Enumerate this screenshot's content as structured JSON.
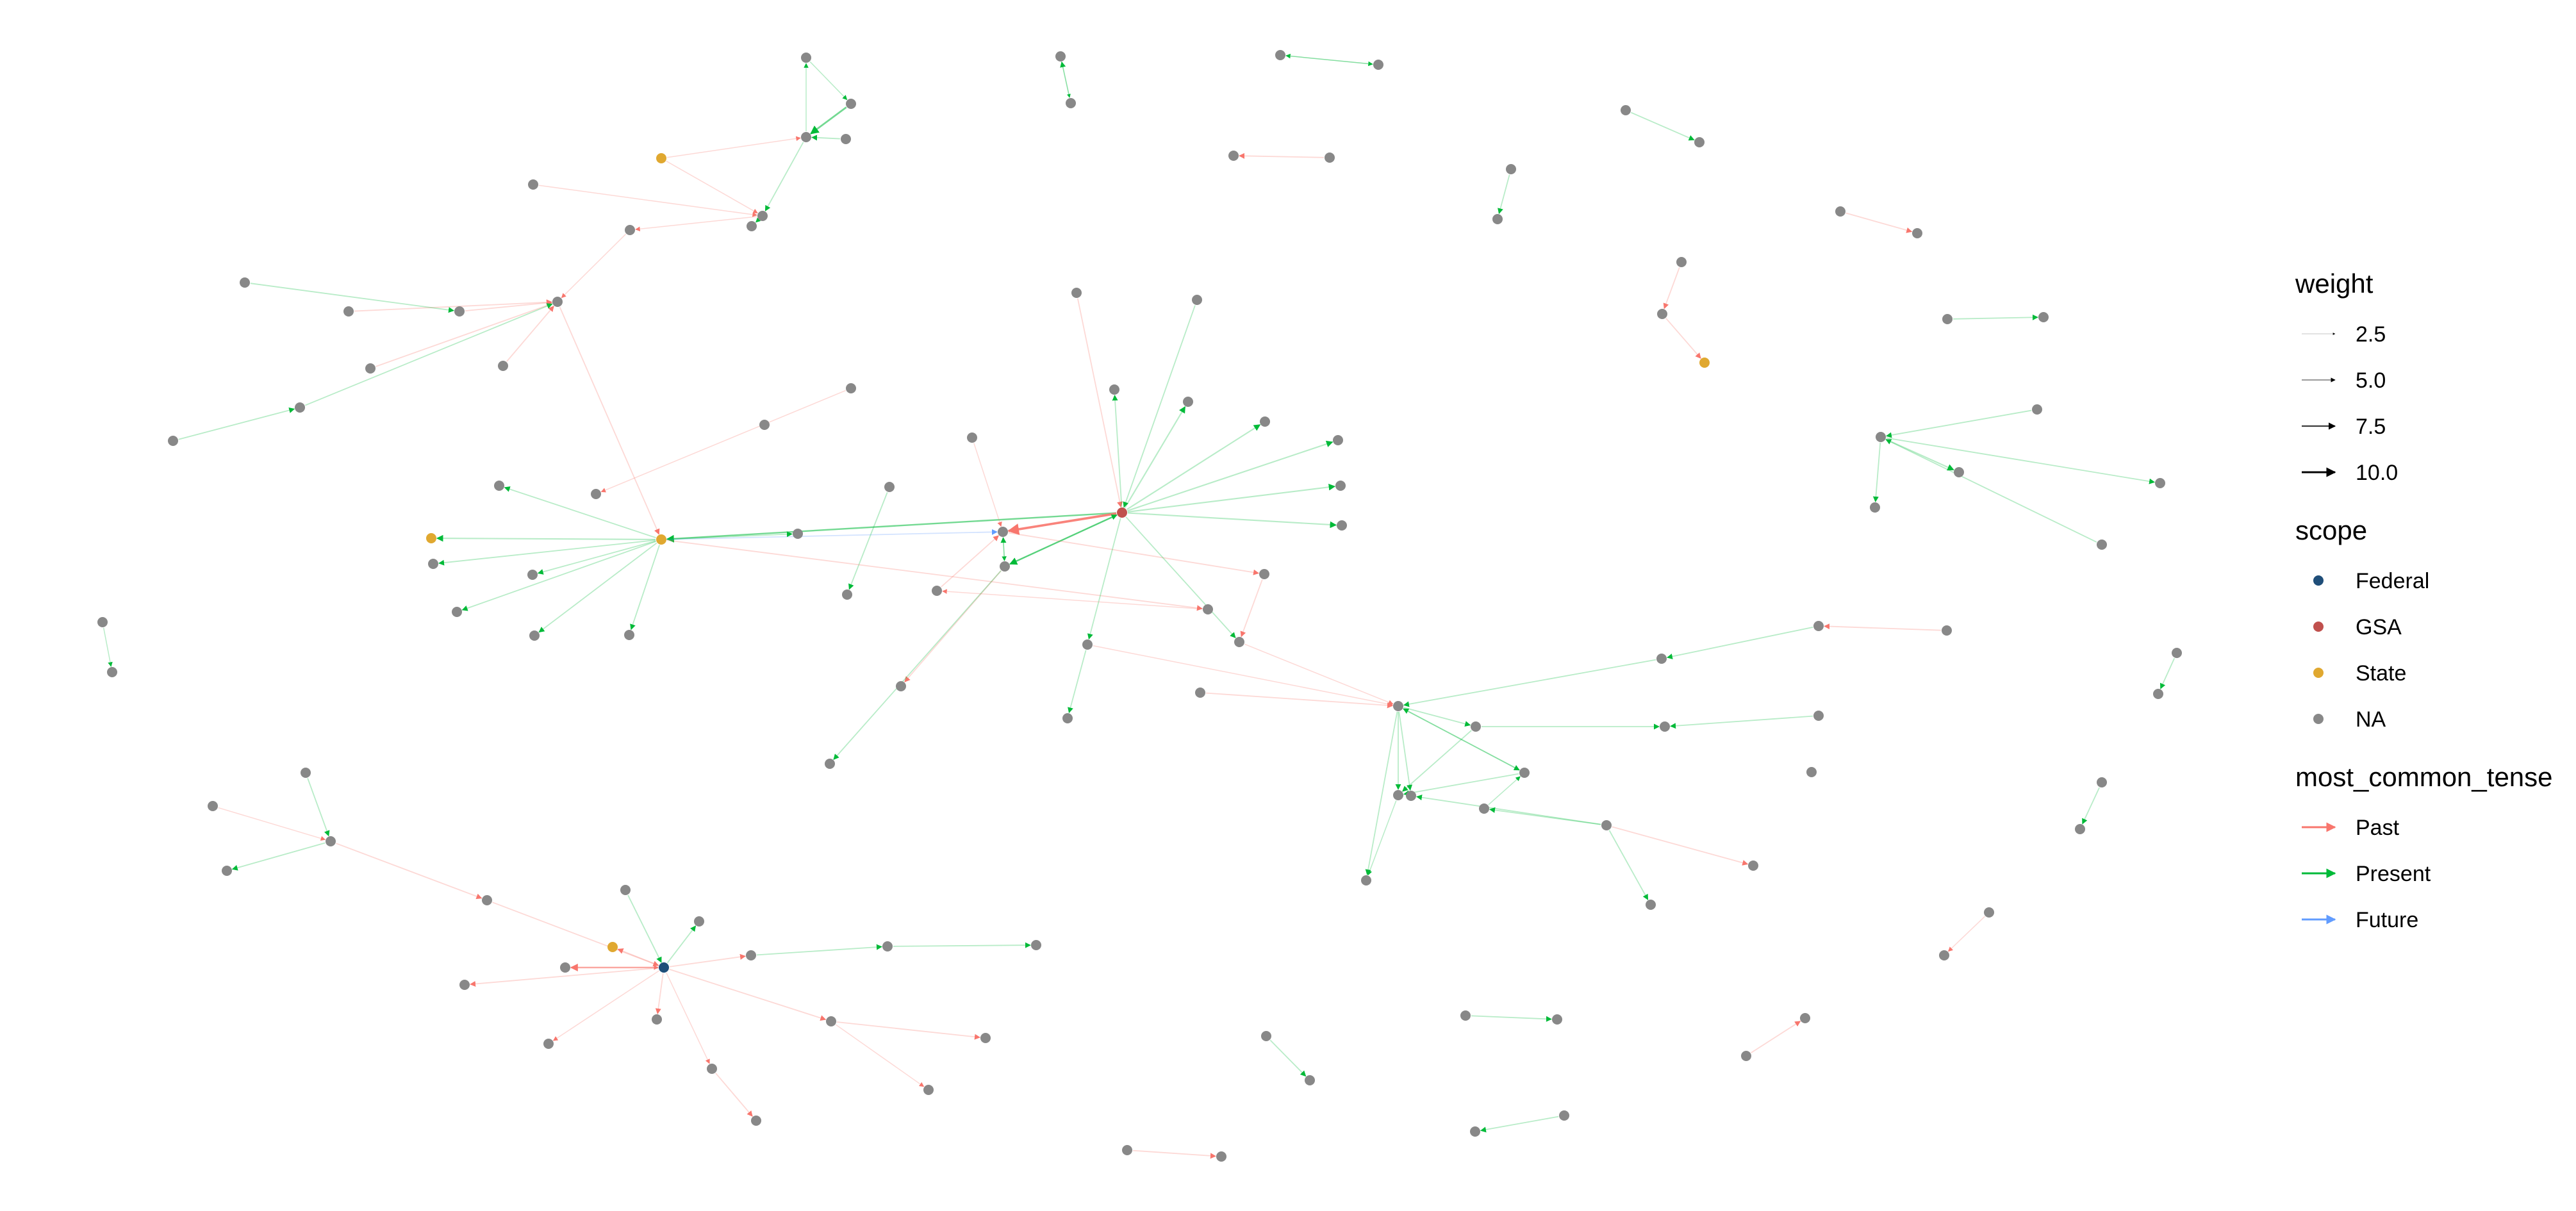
{
  "legend": {
    "weight": {
      "title": "weight",
      "items": [
        {
          "label": "2.5",
          "weight": 2.5
        },
        {
          "label": "5.0",
          "weight": 5.0
        },
        {
          "label": "7.5",
          "weight": 7.5
        },
        {
          "label": "10.0",
          "weight": 10.0
        }
      ]
    },
    "scope": {
      "title": "scope",
      "items": [
        {
          "label": "Federal",
          "color": "#1f4e79"
        },
        {
          "label": "GSA",
          "color": "#c0504d"
        },
        {
          "label": "State",
          "color": "#e0a830"
        },
        {
          "label": "NA",
          "color": "#888888"
        }
      ]
    },
    "tense": {
      "title": "most_common_tense",
      "items": [
        {
          "label": "Past",
          "color": "#f8766d"
        },
        {
          "label": "Present",
          "color": "#00ba38"
        },
        {
          "label": "Future",
          "color": "#619cff"
        }
      ]
    }
  }
}
